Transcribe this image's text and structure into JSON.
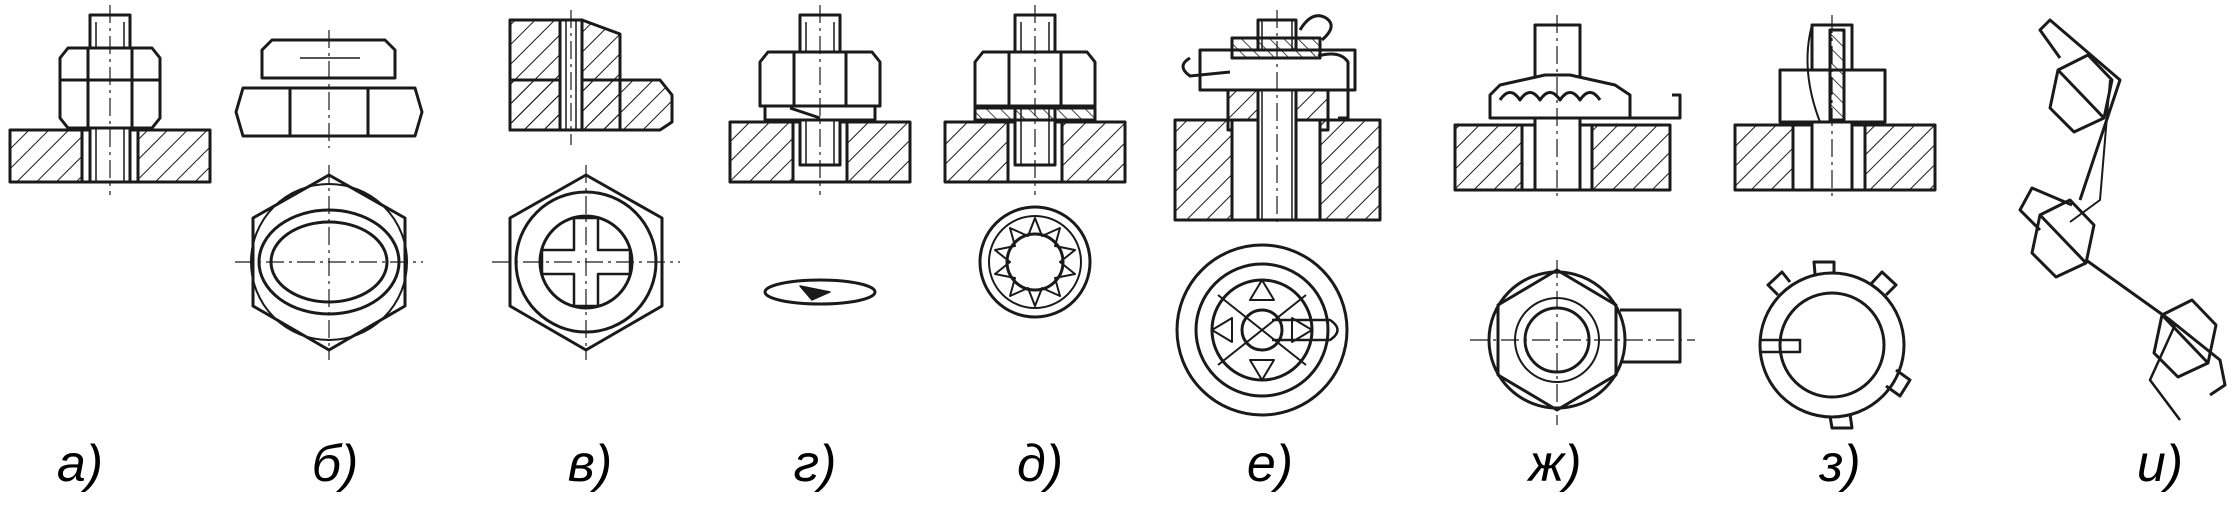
{
  "figure": {
    "panels": [
      {
        "id": "a",
        "label": "а)"
      },
      {
        "id": "b",
        "label": "б)"
      },
      {
        "id": "v",
        "label": "в)"
      },
      {
        "id": "g",
        "label": "г)"
      },
      {
        "id": "d",
        "label": "д)"
      },
      {
        "id": "e",
        "label": "е)"
      },
      {
        "id": "zh",
        "label": "ж)"
      },
      {
        "id": "z",
        "label": "з)"
      },
      {
        "id": "i",
        "label": "и)"
      }
    ],
    "colors": {
      "ink": "#1a1a1a",
      "paper": "#ffffff"
    }
  }
}
